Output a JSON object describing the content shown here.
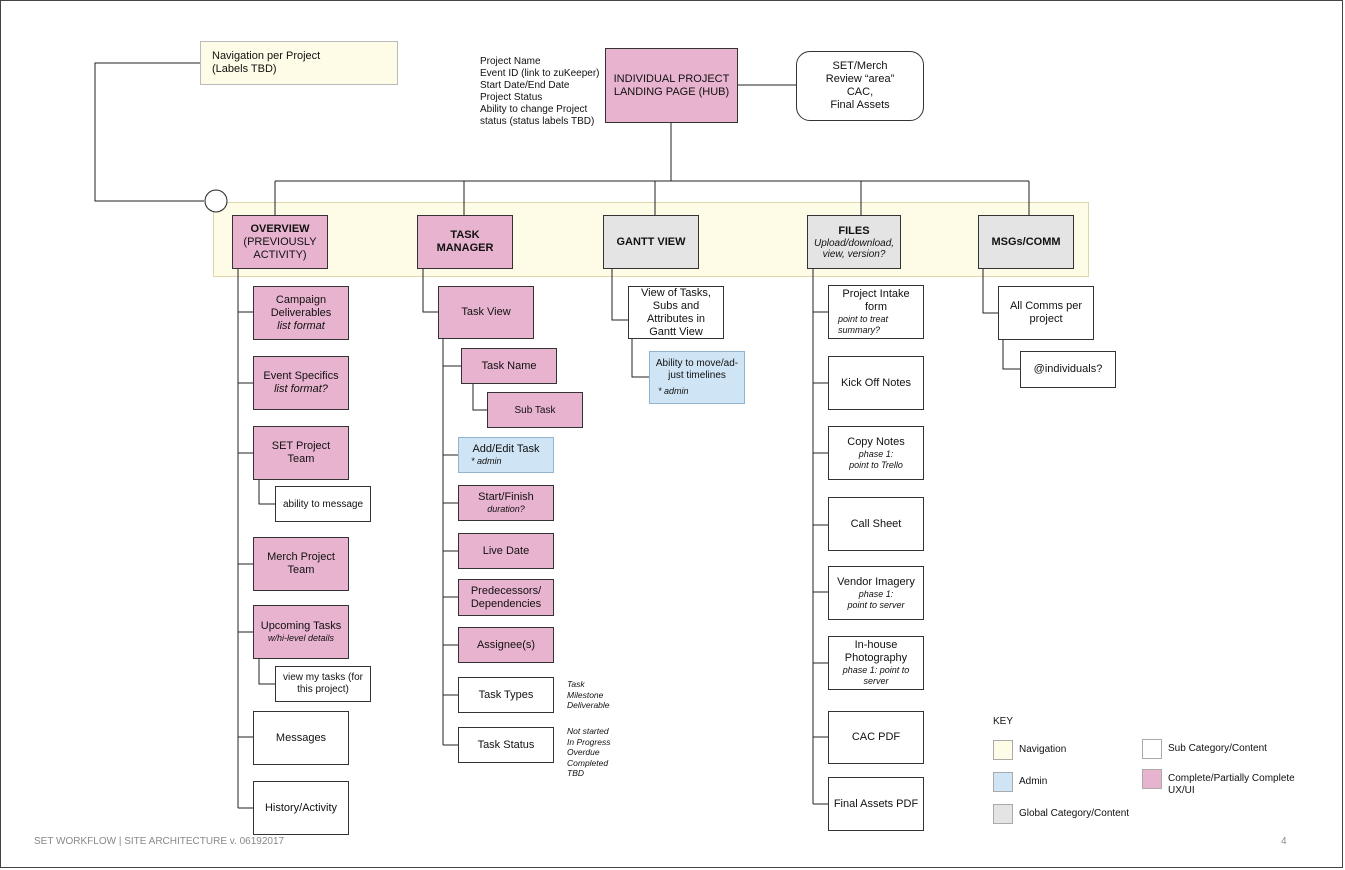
{
  "nav_note": [
    "Navigation per Project",
    "(Labels TBD)"
  ],
  "hub": {
    "label": "INDIVIDUAL PROJECT LANDING PAGE (HUB)",
    "notes": [
      "Project Name",
      "Event ID (link to zuKeeper)",
      "Start Date/End Date",
      "Project Status",
      "Ability to change Project",
      "status (status labels TBD)"
    ],
    "side": [
      "SET/Merch",
      "Review “area”",
      "CAC,",
      "Final Assets"
    ]
  },
  "sections": {
    "overview": [
      "OVERVIEW",
      "(PREVIOUSLY",
      "ACTIVITY)"
    ],
    "task_manager": [
      "TASK",
      "MANAGER"
    ],
    "gantt": "GANTT VIEW",
    "files": {
      "title": "FILES",
      "sub": [
        "Upload/download,",
        "view, version?"
      ]
    },
    "msgs": "MSGs/COMM"
  },
  "overview_items": {
    "campaign": [
      "Campaign",
      "Deliverables"
    ],
    "campaign_sub": "list format",
    "event": "Event Specifics",
    "event_sub": "list format?",
    "set_team": [
      "SET Project",
      "Team"
    ],
    "ability_message": "ability to message",
    "merch_team": [
      "Merch Project",
      "Team"
    ],
    "upcoming": "Upcoming Tasks",
    "upcoming_sub": "w/hi-level details",
    "view_my_tasks": [
      "view my tasks (for",
      "this project)"
    ],
    "messages": "Messages",
    "history": "History/Activity"
  },
  "task_items": {
    "task_view": "Task View",
    "task_name": "Task Name",
    "sub_task": "Sub Task",
    "add_edit": "Add/Edit Task",
    "add_edit_sub": "* admin",
    "start_finish": "Start/Finish",
    "start_finish_sub": "duration?",
    "live_date": "Live Date",
    "predecessors": [
      "Predecessors/",
      "Dependencies"
    ],
    "assignee": "Assignee(s)",
    "task_types": "Task Types",
    "task_types_note": [
      "Task",
      "Milestone",
      "Deliverable"
    ],
    "task_status": "Task Status",
    "task_status_note": [
      "Not started",
      "In Progress",
      "Overdue",
      "Completed",
      "TBD"
    ]
  },
  "gantt_items": {
    "view": [
      "View of Tasks,",
      "Subs and",
      "Attributes in",
      "Gantt View"
    ],
    "move": [
      "Ability to move/ad-",
      "just timelines"
    ],
    "move_sub": "* admin"
  },
  "files_items": {
    "intake": [
      "Project Intake",
      "form"
    ],
    "intake_sub": [
      "point to treat",
      "summary?"
    ],
    "kickoff": "Kick Off Notes",
    "copy": "Copy Notes",
    "copy_sub": [
      "phase 1:",
      "point to Trello"
    ],
    "call_sheet": "Call Sheet",
    "vendor": "Vendor Imagery",
    "vendor_sub": [
      "phase 1:",
      "point to server"
    ],
    "inhouse": [
      "In-house",
      "Photography"
    ],
    "inhouse_sub": [
      "phase 1: point to",
      "server"
    ],
    "cac_pdf": "CAC PDF",
    "final_pdf": "Final Assets PDF"
  },
  "msgs_items": {
    "all_comms": [
      "All Comms per",
      "project"
    ],
    "individuals": "@individuals?"
  },
  "key": {
    "title": "KEY",
    "navigation": "Navigation",
    "admin": "Admin",
    "global": "Global Category/Content",
    "sub": "Sub Category/Content",
    "complete": [
      "Complete/Partially Complete",
      "UX/UI"
    ]
  },
  "colors": {
    "complete": "#e8b3cf",
    "admin": "#cfe4f4",
    "global": "#e4e4e4",
    "navigation": "#fefbe6",
    "sub": "#ffffff"
  },
  "footer": {
    "left": "SET WORKFLOW | SITE ARCHITECTURE v. 06192017",
    "page": "4"
  }
}
